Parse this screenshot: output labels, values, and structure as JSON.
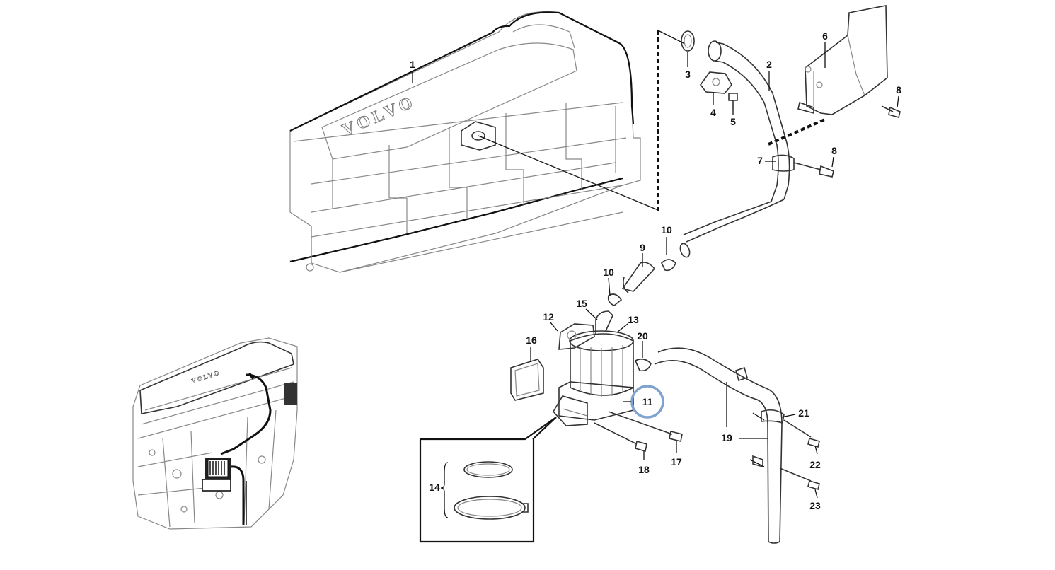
{
  "diagram": {
    "logo_text": "VOLVO",
    "callouts": [
      "1",
      "2",
      "3",
      "4",
      "5",
      "6",
      "7",
      "8",
      "8",
      "9",
      "10",
      "10",
      "11",
      "12",
      "13",
      "14",
      "15",
      "16",
      "17",
      "18",
      "19",
      "20",
      "21",
      "22",
      "23"
    ],
    "highlight_color": "#7ea3cf",
    "line_color": "#111111"
  }
}
